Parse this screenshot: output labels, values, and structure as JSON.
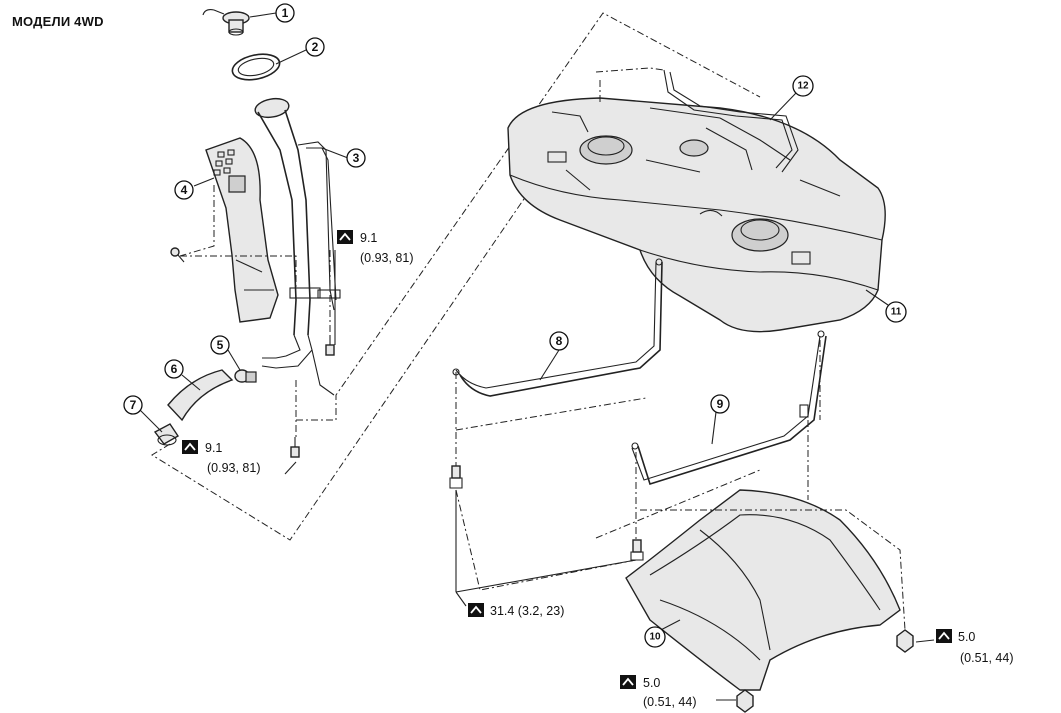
{
  "title": "МОДЕЛИ 4WD",
  "callouts": [
    {
      "id": "1",
      "label": "1"
    },
    {
      "id": "2",
      "label": "2"
    },
    {
      "id": "3",
      "label": "3"
    },
    {
      "id": "4",
      "label": "4"
    },
    {
      "id": "5",
      "label": "5"
    },
    {
      "id": "6",
      "label": "6"
    },
    {
      "id": "7",
      "label": "7"
    },
    {
      "id": "8",
      "label": "8"
    },
    {
      "id": "9",
      "label": "9"
    },
    {
      "id": "10",
      "label": "10"
    },
    {
      "id": "11",
      "label": "11"
    },
    {
      "id": "12",
      "label": "12"
    }
  ],
  "torques": [
    {
      "value": "9.1",
      "sub": "(0.93, 81)"
    },
    {
      "value": "9.1",
      "sub": "(0.93, 81)"
    },
    {
      "value": "31.4 (3.2, 23)",
      "sub": ""
    },
    {
      "value": "5.0",
      "sub": "(0.51, 44)"
    },
    {
      "value": "5.0",
      "sub": "(0.51, 44)"
    }
  ],
  "icons": {
    "torque": "torque-wrench-icon"
  }
}
